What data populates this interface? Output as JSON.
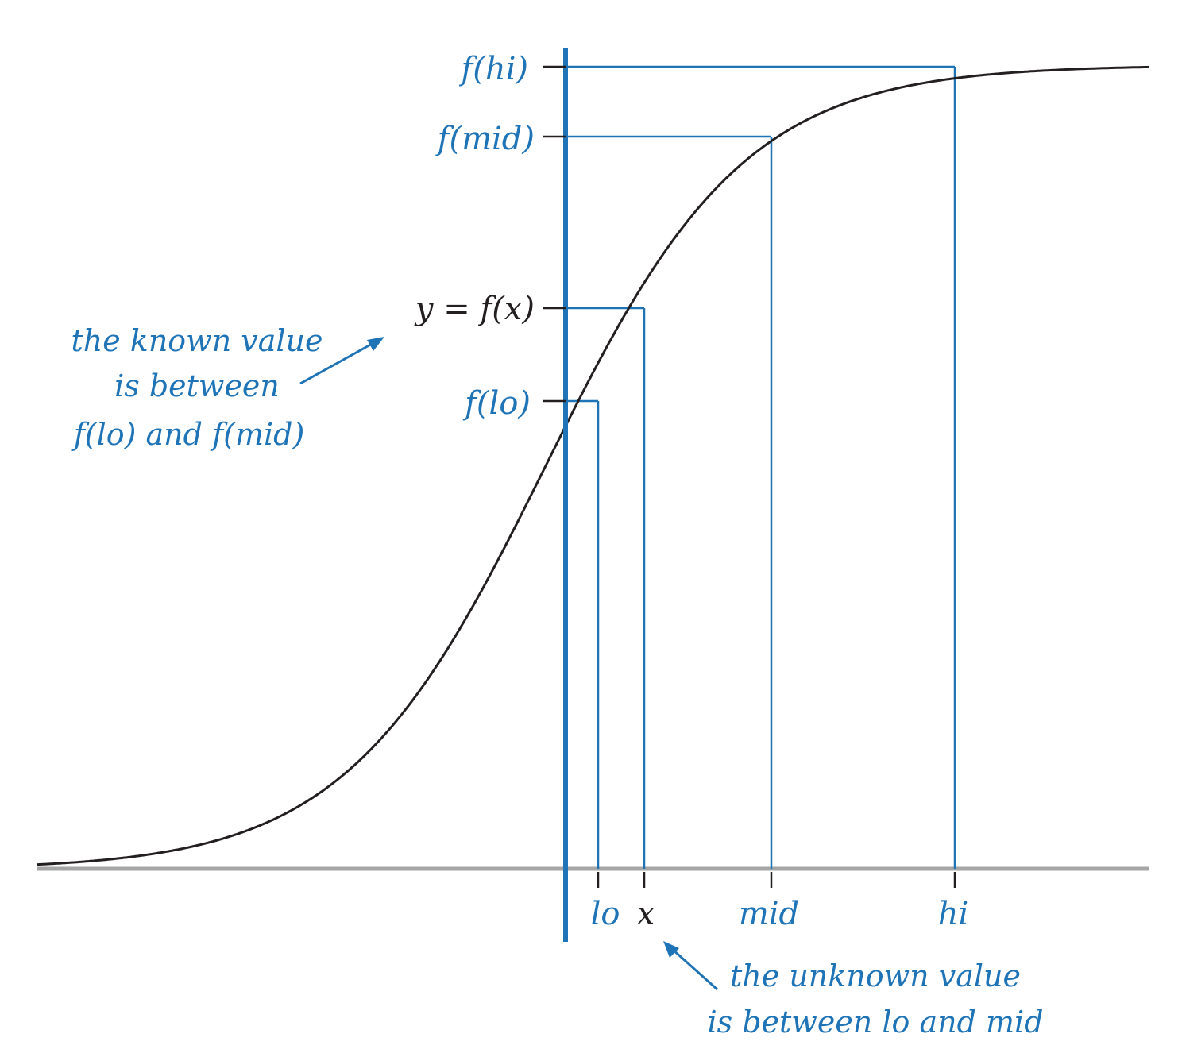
{
  "labels": {
    "f_hi": "f(hi)",
    "f_mid": "f(mid)",
    "y_eq": "y = f(x)",
    "f_lo": "f(lo)",
    "lo": "lo",
    "x": "x",
    "mid": "mid",
    "hi": "hi"
  },
  "annotations": {
    "known": [
      "the known value",
      "is between",
      "f(lo) and f(mid)"
    ],
    "unknown": [
      "the unknown value",
      "is between lo and mid"
    ]
  },
  "colors": {
    "accent": "#1f73b7",
    "curve": "#231f20",
    "axis": "#a6a6a6",
    "text_dark": "#231f20"
  }
}
